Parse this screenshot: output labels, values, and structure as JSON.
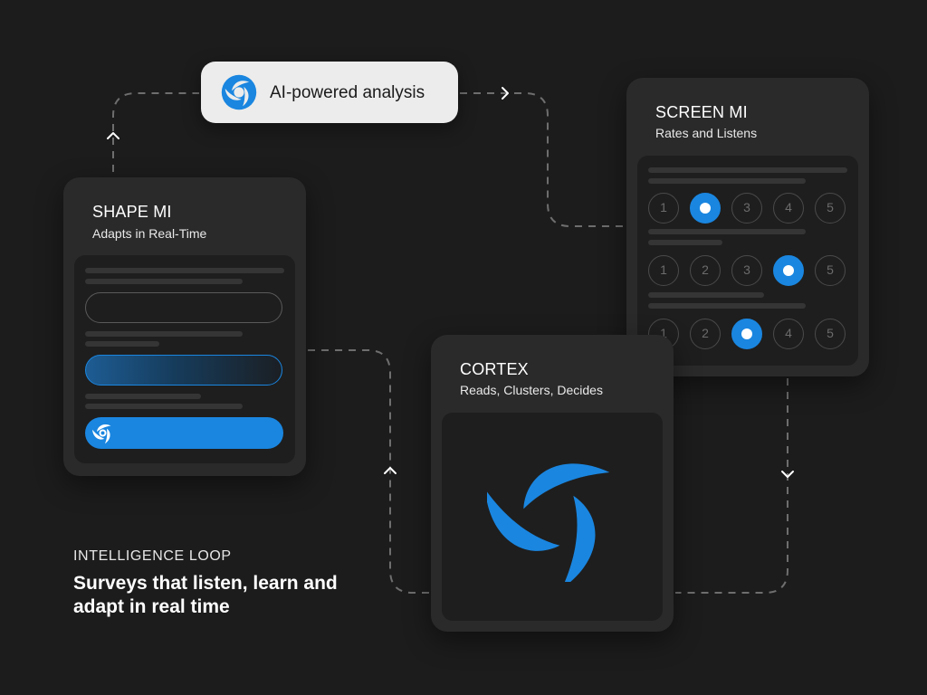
{
  "ai_pill": {
    "label": "AI-powered analysis",
    "icon": "swirl-logo-icon"
  },
  "shape_card": {
    "title": "SHAPE MI",
    "subtitle": "Adapts in Real-Time",
    "submit_icon": "swirl-logo-icon"
  },
  "screen_card": {
    "title": "SCREEN MI",
    "subtitle": "Rates and Listens",
    "ratings": [
      {
        "options": [
          "1",
          "2",
          "3",
          "4",
          "5"
        ],
        "selected": 2
      },
      {
        "options": [
          "1",
          "2",
          "3",
          "4",
          "5"
        ],
        "selected": 4
      },
      {
        "options": [
          "1",
          "2",
          "3",
          "4",
          "5"
        ],
        "selected": 3
      }
    ]
  },
  "cortex_card": {
    "title": "CORTEX",
    "subtitle": "Reads, Clusters, Decides",
    "logo": "swirl-logo-icon"
  },
  "loop": {
    "eyebrow": "INTELLIGENCE LOOP",
    "headline": "Surveys that listen, learn and adapt in real time"
  },
  "colors": {
    "background": "#1c1c1c",
    "card": "#2a2a2a",
    "panel": "#1e1e1e",
    "accent": "#1a86e0",
    "pill": "#ececec"
  }
}
